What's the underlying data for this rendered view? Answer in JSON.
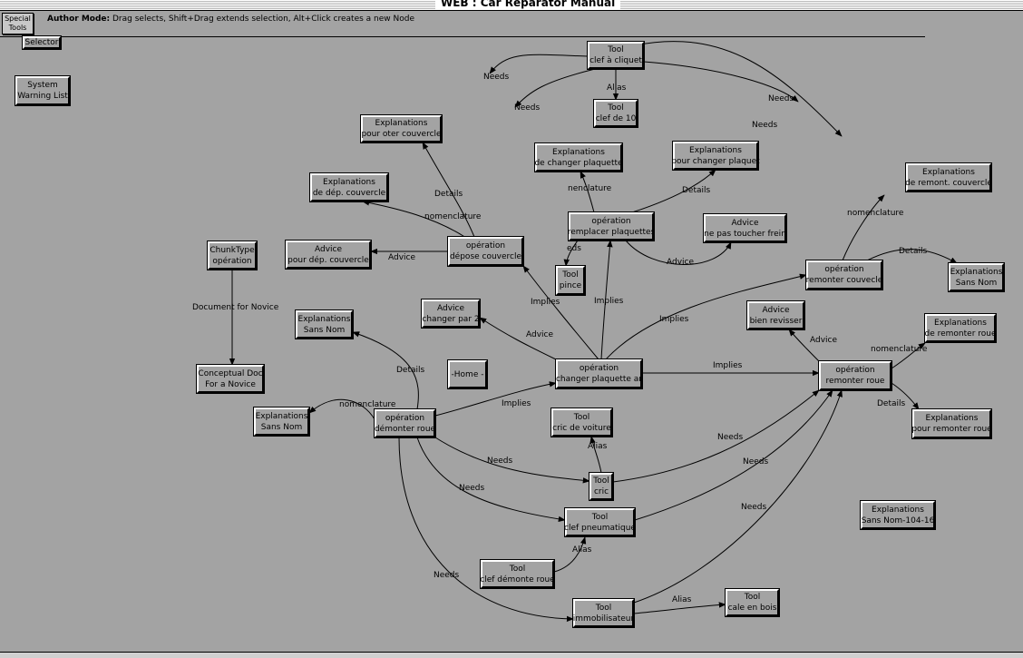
{
  "window": {
    "title": "WEB : Car Reparator Manual"
  },
  "toolbar": {
    "special_tools": [
      "Special",
      "Tools"
    ],
    "mode_heading": "Author Mode:",
    "mode_text": "Drag selects, Shift+Drag extends selection, Alt+Click creates a new Node"
  },
  "nodes": [
    {
      "id": "selector",
      "lines": [
        "Selector"
      ]
    },
    {
      "id": "system-warning",
      "lines": [
        "System",
        "Warning List"
      ]
    },
    {
      "id": "tool-clef-cliquet",
      "lines": [
        "Tool",
        "clef à cliquet"
      ]
    },
    {
      "id": "tool-clef-10",
      "lines": [
        "Tool",
        "clef de 10"
      ]
    },
    {
      "id": "expl-oter-couvercle",
      "lines": [
        "Explanations",
        "pour oter couvercle"
      ]
    },
    {
      "id": "expl-changer-plaquette",
      "lines": [
        "Explanations",
        "de changer plaquette"
      ]
    },
    {
      "id": "expl-pour-changer-plaquet",
      "lines": [
        "Explanations",
        "pour changer plaquet"
      ]
    },
    {
      "id": "expl-remont-couvercle",
      "lines": [
        "Explanations",
        "de remont. couvercle"
      ]
    },
    {
      "id": "expl-dep-couvercle",
      "lines": [
        "Explanations",
        "de dép. couvercle"
      ]
    },
    {
      "id": "op-remplacer-plaquettes",
      "lines": [
        "opération",
        "remplacer plaquettes"
      ]
    },
    {
      "id": "advice-ne-pas-toucher",
      "lines": [
        "Advice",
        "ne pas toucher frein"
      ]
    },
    {
      "id": "chunktype-operation",
      "lines": [
        "ChunkType",
        "opération"
      ]
    },
    {
      "id": "advice-dep-couvercle",
      "lines": [
        "Advice",
        "pour dép. couvercle"
      ]
    },
    {
      "id": "op-depose-couvercle",
      "lines": [
        "opération",
        "dépose couvercle"
      ]
    },
    {
      "id": "op-remonter-couvecle",
      "lines": [
        "opération",
        "remonter couvecle"
      ]
    },
    {
      "id": "expl-sans-nom-right",
      "lines": [
        "Explanations",
        "Sans Nom"
      ]
    },
    {
      "id": "tool-pince",
      "lines": [
        "Tool",
        "pince"
      ]
    },
    {
      "id": "advice-changer-par-2",
      "lines": [
        "Advice",
        "changer par 2"
      ]
    },
    {
      "id": "advice-bien-revisser",
      "lines": [
        "Advice",
        "bien revisser"
      ]
    },
    {
      "id": "expl-remonter-roue",
      "lines": [
        "Explanations",
        "de remonter roue"
      ]
    },
    {
      "id": "expl-sans-nom-mid",
      "lines": [
        "Explanations",
        "Sans Nom"
      ]
    },
    {
      "id": "home",
      "lines": [
        "-Home -"
      ]
    },
    {
      "id": "op-changer-plaquette-ar",
      "lines": [
        "opération",
        "changer plaquette ar"
      ]
    },
    {
      "id": "op-remonter-roue",
      "lines": [
        "opération",
        "remonter roue"
      ]
    },
    {
      "id": "conceptual-doc",
      "lines": [
        "Conceptual Doc",
        "For a Novice"
      ]
    },
    {
      "id": "expl-sans-nom-left",
      "lines": [
        "Explanations",
        "Sans Nom"
      ]
    },
    {
      "id": "op-demonter-roue",
      "lines": [
        "opération",
        "démonter roue"
      ]
    },
    {
      "id": "tool-cric-voiture",
      "lines": [
        "Tool",
        "cric de voiture"
      ]
    },
    {
      "id": "expl-pour-remonter-roue",
      "lines": [
        "Explanations",
        "pour remonter roue"
      ]
    },
    {
      "id": "tool-cric",
      "lines": [
        "Tool",
        "cric"
      ]
    },
    {
      "id": "tool-clef-pneumatique",
      "lines": [
        "Tool",
        "clef pneumatique"
      ]
    },
    {
      "id": "expl-sans-nom-104",
      "lines": [
        "Explanations",
        "Sans Nom-104-16"
      ]
    },
    {
      "id": "tool-clef-demonte-roue",
      "lines": [
        "Tool",
        "clef démonte roue"
      ]
    },
    {
      "id": "tool-immobilisateur",
      "lines": [
        "Tool",
        "immobilisateur"
      ]
    },
    {
      "id": "tool-cale-bois",
      "lines": [
        "Tool",
        "cale en bois"
      ]
    }
  ],
  "edges": [
    {
      "id": "e1",
      "label": "Needs"
    },
    {
      "id": "e2",
      "label": "Needs"
    },
    {
      "id": "e3",
      "label": "Alias"
    },
    {
      "id": "e4",
      "label": "Needs"
    },
    {
      "id": "e5",
      "label": "Needs"
    },
    {
      "id": "e6",
      "label": "Details"
    },
    {
      "id": "e7",
      "label": "nomenclature"
    },
    {
      "id": "e8",
      "label": "nenclature"
    },
    {
      "id": "e9",
      "label": "Details"
    },
    {
      "id": "e10",
      "label": "nomenclature"
    },
    {
      "id": "e11",
      "label": "Advice"
    },
    {
      "id": "e12",
      "label": "eds"
    },
    {
      "id": "e13",
      "label": "Advice"
    },
    {
      "id": "e14",
      "label": "Details"
    },
    {
      "id": "e15",
      "label": "Document for Novice"
    },
    {
      "id": "e16",
      "label": "Implies"
    },
    {
      "id": "e17",
      "label": "Implies"
    },
    {
      "id": "e18",
      "label": "Implies"
    },
    {
      "id": "e19",
      "label": "Advice"
    },
    {
      "id": "e20",
      "label": "Advice"
    },
    {
      "id": "e21",
      "label": "nomenclature"
    },
    {
      "id": "e22",
      "label": "Details"
    },
    {
      "id": "e23",
      "label": "Implies"
    },
    {
      "id": "e24",
      "label": "Details"
    },
    {
      "id": "e25",
      "label": "Implies"
    },
    {
      "id": "e26",
      "label": "nomenclature"
    },
    {
      "id": "e27",
      "label": "Alias"
    },
    {
      "id": "e28",
      "label": "Needs"
    },
    {
      "id": "e29",
      "label": "Needs"
    },
    {
      "id": "e30",
      "label": "Needs"
    },
    {
      "id": "e31",
      "label": "Needs"
    },
    {
      "id": "e32",
      "label": "Alias"
    },
    {
      "id": "e33",
      "label": "Needs"
    },
    {
      "id": "e34",
      "label": "Needs"
    },
    {
      "id": "e35",
      "label": "Alias"
    }
  ]
}
